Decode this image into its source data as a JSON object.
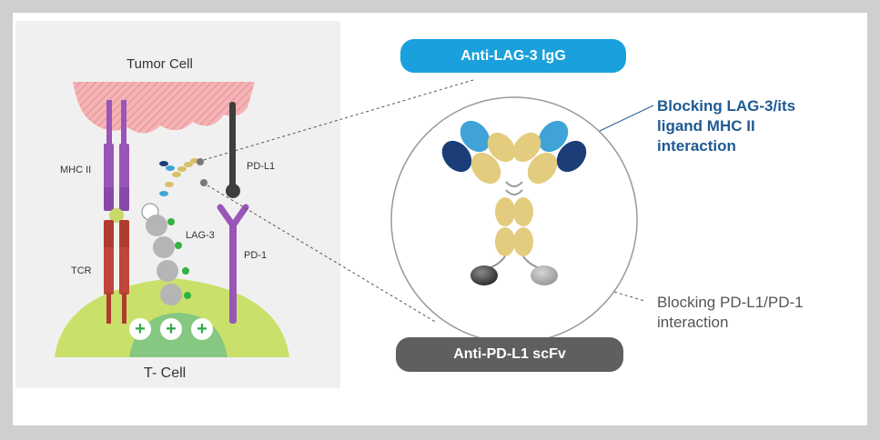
{
  "left": {
    "tumor_label": "Tumor Cell",
    "tcell_label": "T- Cell",
    "mhc_label": "MHC II",
    "tcr_label": "TCR",
    "lag3_label": "LAG-3",
    "pdl1_label": "PD-L1",
    "pd1_label": "PD-1",
    "plus_symbols": [
      "+",
      "+",
      "+"
    ]
  },
  "right": {
    "top_pill": "Anti-LAG-3 lgG",
    "bottom_pill": "Anti-PD-L1 scFv",
    "callout_top": "Blocking LAG-3/its\nligand MHC II\ninteraction",
    "callout_bottom": "Blocking PD-L1/PD-1\ninteraction"
  },
  "colors": {
    "lag_pill": "#1aa0dc",
    "pd_pill": "#5f5f5f",
    "callout_top": "#1f5a92",
    "callout_bottom": "#555555",
    "mhc": "#9a55b8",
    "tcr": "#b03c2f",
    "tumor": "#f2a6a8",
    "tcell": "#c9e06a"
  }
}
